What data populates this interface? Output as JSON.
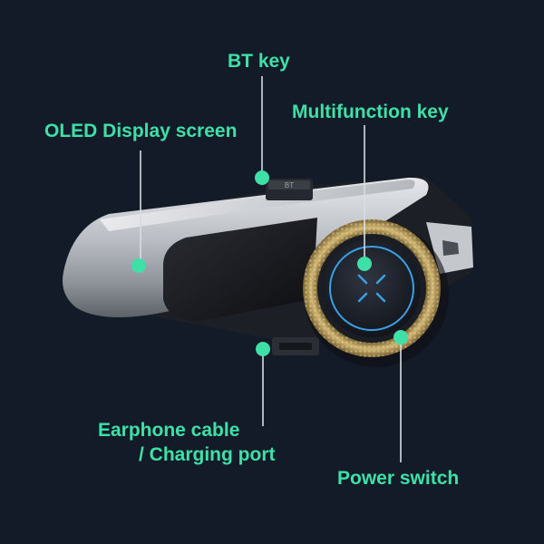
{
  "colors": {
    "background": "#141b28",
    "accent": "#3ee0a8",
    "body_silver": "#c9ccd1",
    "knurl_gold": "#b59a5a",
    "button_blue": "#3aa0e8"
  },
  "callouts": {
    "bt_key": "BT key",
    "multifunction_key": "Multifunction key",
    "oled_display": "OLED Display screen",
    "earphone_cable_line1": "Earphone cable",
    "earphone_cable_line2": "/ Charging port",
    "power_switch": "Power switch"
  },
  "device": {
    "bt_button_text": "BT",
    "center_button_icon": "x-cross-icon"
  }
}
